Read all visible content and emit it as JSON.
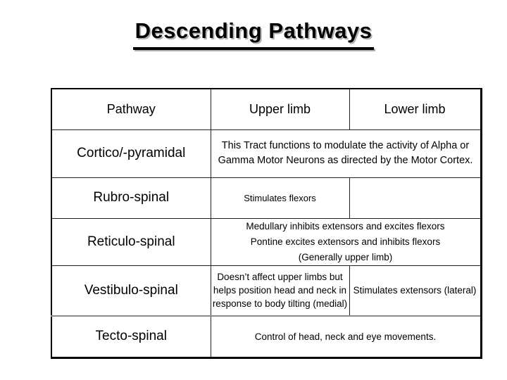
{
  "slide": {
    "title": "Descending Pathways"
  },
  "colors": {
    "background": "#ffffff",
    "text": "#000000",
    "table_border": "#000000",
    "title_underline": "#000000",
    "title_shadow": "#b0b0b0",
    "tecto_divider": "#8a8a8a"
  },
  "table": {
    "headers": {
      "pathway": "Pathway",
      "upper": "Upper limb",
      "lower": "Lower limb"
    },
    "rows": [
      {
        "name": "Cortico/-pyramidal",
        "description": "This Tract functions to modulate the activity of Alpha or Gamma Motor Neurons as directed by the Motor Cortex."
      },
      {
        "name": "Rubro-spinal",
        "upper": "Stimulates flexors",
        "lower": ""
      },
      {
        "name": "Reticulo-spinal",
        "line1": "Medullary inhibits extensors and excites flexors",
        "line2": "Pontine excites extensors and inhibits flexors",
        "line3": "(Generally upper limb)"
      },
      {
        "name": "Vestibulo-spinal",
        "upper": "Doesn’t affect upper limbs but helps position head and neck in response to body tilting (medial)",
        "lower": "Stimulates extensors (lateral)"
      },
      {
        "name": "Tecto-spinal",
        "description": "Control of head, neck and eye movements."
      }
    ]
  }
}
